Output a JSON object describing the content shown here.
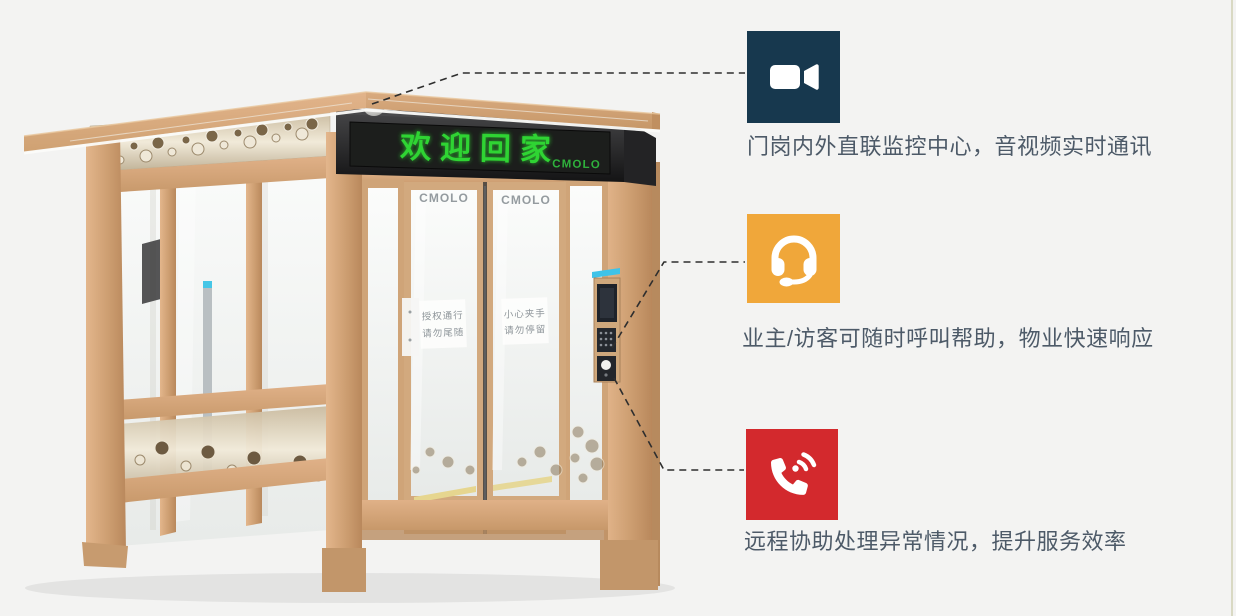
{
  "meta": {
    "background": "#f3f3f2",
    "edge_line_color": "#d9d9c3",
    "caption_color": "#4d5a68",
    "connector_color": "#2e2e2e"
  },
  "booth": {
    "led_text": "欢迎回家",
    "led_brand": "CMOLO",
    "door_left_brand": "CMOLO",
    "door_right_brand": "CMOLO",
    "sticker_left_line1": "授权通行",
    "sticker_left_line2": "请勿尾随",
    "sticker_right_line1": "小心夹手",
    "sticker_right_line2": "请勿停留",
    "colors": {
      "wood": "#d6a87c",
      "led_green": "#2fd433",
      "brand_green": "#2fb13c",
      "header_black": "#1c1e1c",
      "blue_light": "#45c6e6"
    }
  },
  "callouts": [
    {
      "icon": "video-camera-icon",
      "color": "#17384e",
      "text": "门岗内外直联监控中心，音视频实时通讯"
    },
    {
      "icon": "headset-icon",
      "color": "#f0a73a",
      "text": "业主/访客可随时呼叫帮助，物业快速响应"
    },
    {
      "icon": "phone-call-icon",
      "color": "#d3292d",
      "text": "远程协助处理异常情况，提升服务效率"
    }
  ]
}
